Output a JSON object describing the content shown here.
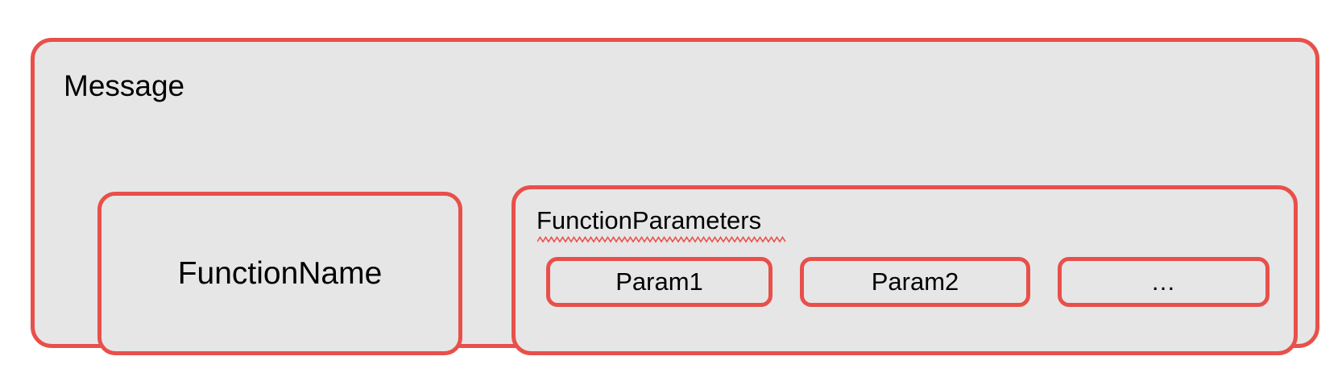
{
  "diagram": {
    "title": "Message",
    "colors": {
      "border": "#e8504a",
      "fill": "#e6e6e6",
      "page": "#ffffff",
      "text": "#000000",
      "spellcheck_underline": "#e8504a"
    },
    "message": {
      "label": "Message",
      "children": {
        "function_name": {
          "label": "FunctionName"
        },
        "function_parameters": {
          "label": "FunctionParameters",
          "spellcheck_flagged": true,
          "params": [
            {
              "label": "Param1"
            },
            {
              "label": "Param2"
            },
            {
              "label": "…"
            }
          ]
        }
      }
    }
  }
}
